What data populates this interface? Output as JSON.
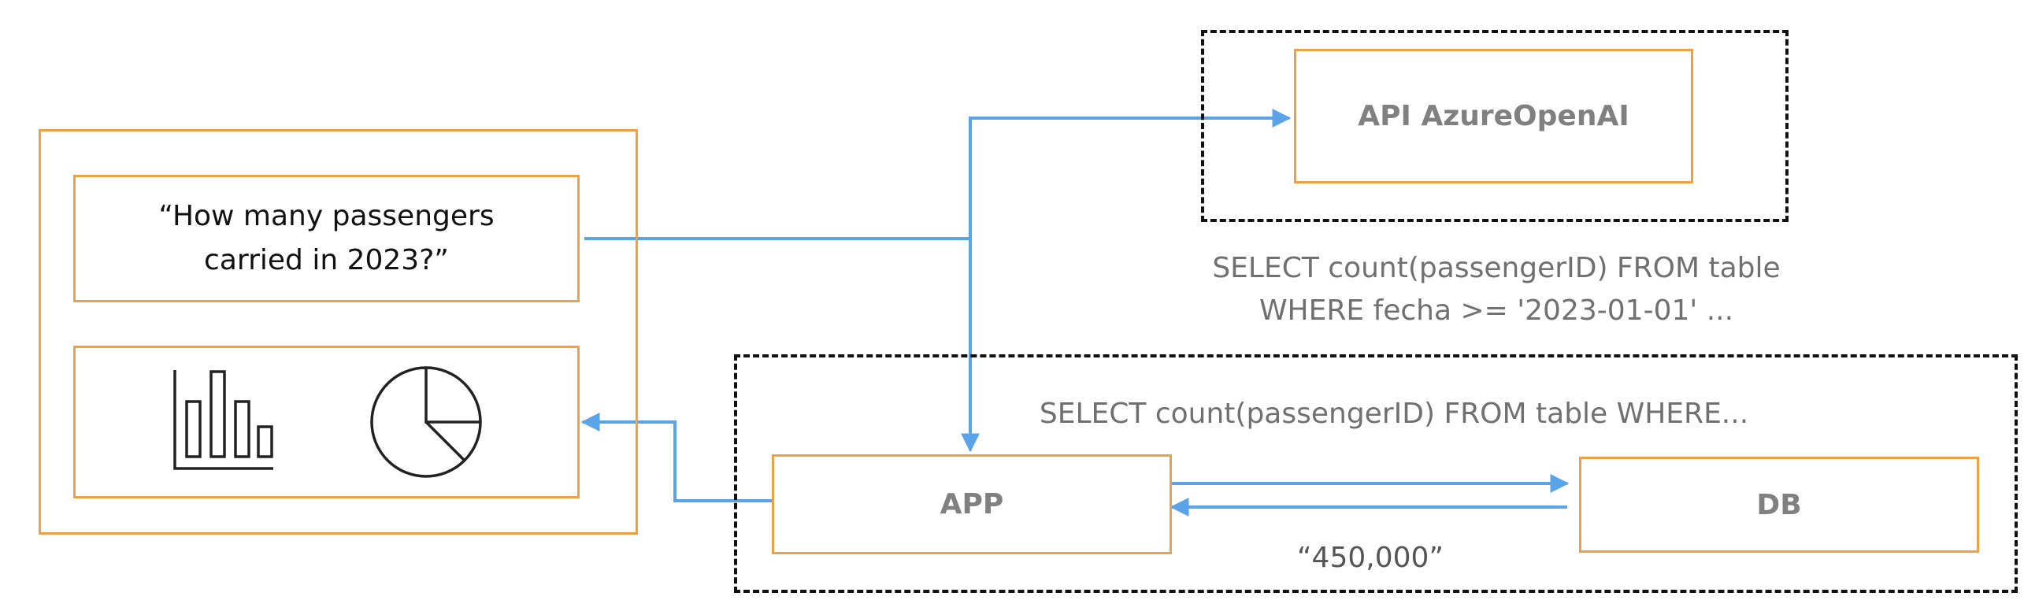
{
  "colors": {
    "box_border": "#F0A040",
    "arrow": "#5BA3E8",
    "dashed_border": "#111111",
    "label_text": "#707070",
    "icon_stroke": "#222222"
  },
  "ui_panel": {
    "question": "“How many passengers carried in 2023?”",
    "icons": [
      "bar-chart-icon",
      "pie-chart-icon"
    ]
  },
  "api_box": {
    "label": "API AzureOpenAI"
  },
  "sql_generated": {
    "line1": "SELECT count(passengerID) FROM table",
    "line2": "WHERE fecha >= '2023-01-01' ..."
  },
  "backend": {
    "query_label": "SELECT count(passengerID) FROM table WHERE...",
    "app_label": "APP",
    "db_label": "DB",
    "result_label": "“450,000”"
  }
}
